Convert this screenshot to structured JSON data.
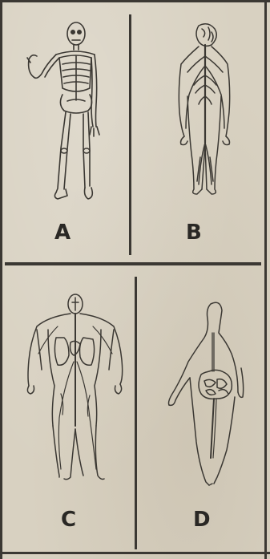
{
  "panels": [
    {
      "id": "A",
      "label": "A",
      "depicts": "skeletal-system"
    },
    {
      "id": "B",
      "label": "B",
      "depicts": "nervous-system"
    },
    {
      "id": "C",
      "label": "C",
      "depicts": "circulatory-system"
    },
    {
      "id": "D",
      "label": "D",
      "depicts": "digestive-system"
    }
  ],
  "colors": {
    "paper": "#d8d1c1",
    "ink": "#3b3833"
  }
}
